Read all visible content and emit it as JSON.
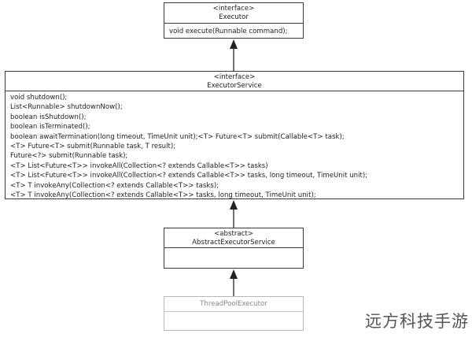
{
  "executor": {
    "stereotype": "<interface>",
    "name": "Executor",
    "methods": [
      "void execute(Runnable command);"
    ]
  },
  "executor_service": {
    "stereotype": "<interface>",
    "name": "ExecutorService",
    "methods": [
      "void shutdown();",
      "List<Runnable> shutdownNow();",
      "boolean isShutdown();",
      "boolean isTerminated();",
      "boolean awaitTermination(long timeout, TimeUnit unit);<T> Future<T> submit(Callable<T> task);",
      "<T> Future<T> submit(Runnable task, T result);",
      "Future<?> submit(Runnable task);",
      "<T> List<Future<T>> invokeAll(Collection<? extends Callable<T>> tasks)",
      "<T> List<Future<T>> invokeAll(Collection<? extends Callable<T>> tasks, long timeout, TimeUnit unit);",
      "<T> T invokeAny(Collection<? extends Callable<T>> tasks);",
      "<T> T invokeAny(Collection<? extends Callable<T>> tasks, long timeout, TimeUnit unit);"
    ]
  },
  "abstract_service": {
    "stereotype": "<abstract>",
    "name": "AbstractExecutorService"
  },
  "thread_pool_executor": {
    "name": "ThreadPoolExecutor"
  },
  "watermark": "远方科技手游"
}
